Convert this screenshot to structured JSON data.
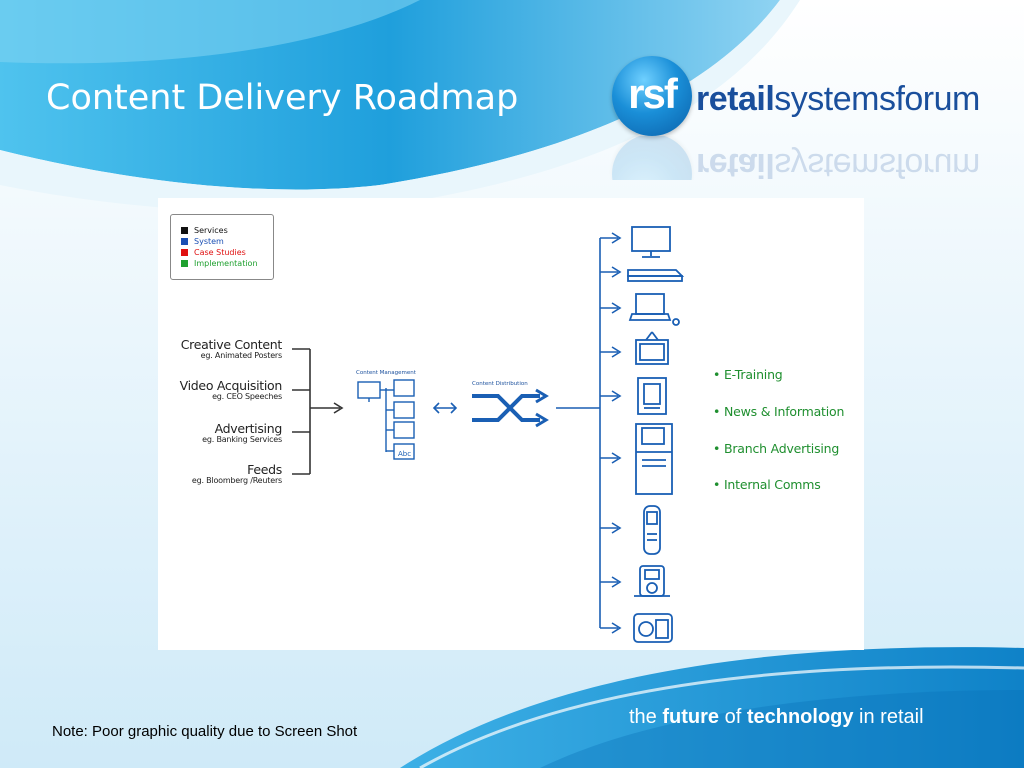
{
  "slide": {
    "title": "Content Delivery Roadmap",
    "note": "Note: Poor graphic quality due to Screen Shot"
  },
  "logo": {
    "mark": "rsf",
    "word_bold": "retail",
    "word_rest": "systemsforum"
  },
  "tagline": {
    "part1": "the ",
    "part2": "future",
    "part3": " of ",
    "part4": "technology",
    "part5": " in retail"
  },
  "legend": [
    {
      "label": "Services",
      "color": "#111111"
    },
    {
      "label": "System",
      "color": "#1a4fb4"
    },
    {
      "label": "Case Studies",
      "color": "#e01010"
    },
    {
      "label": "Implementation",
      "color": "#1fa02f"
    }
  ],
  "sources": [
    {
      "title": "Creative Content",
      "example": "eg. Animated Posters"
    },
    {
      "title": "Video Acquisition",
      "example": "eg. CEO Speeches"
    },
    {
      "title": "Advertising",
      "example": "eg. Banking Services"
    },
    {
      "title": "Feeds",
      "example": "eg. Bloomberg /Reuters"
    }
  ],
  "content_management": {
    "label": "Content Management",
    "file_text": "Abc"
  },
  "content_distribution": {
    "label": "Content Distribution"
  },
  "devices": [
    {
      "icon": "monitor-icon"
    },
    {
      "icon": "set-top-box-icon"
    },
    {
      "icon": "laptop-icon"
    },
    {
      "icon": "television-icon"
    },
    {
      "icon": "kiosk-icon"
    },
    {
      "icon": "atm-icon"
    },
    {
      "icon": "mobile-phone-icon"
    },
    {
      "icon": "media-player-icon"
    },
    {
      "icon": "radio-icon"
    }
  ],
  "outputs": [
    "• E-Training",
    "• News & Information",
    "• Branch Advertising",
    "• Internal Comms"
  ],
  "colors": {
    "diagram_blue": "#1a5fb4",
    "output_green": "#1f8f2f",
    "title_white": "#ffffff",
    "brand_blue": "#1a4f9c"
  }
}
